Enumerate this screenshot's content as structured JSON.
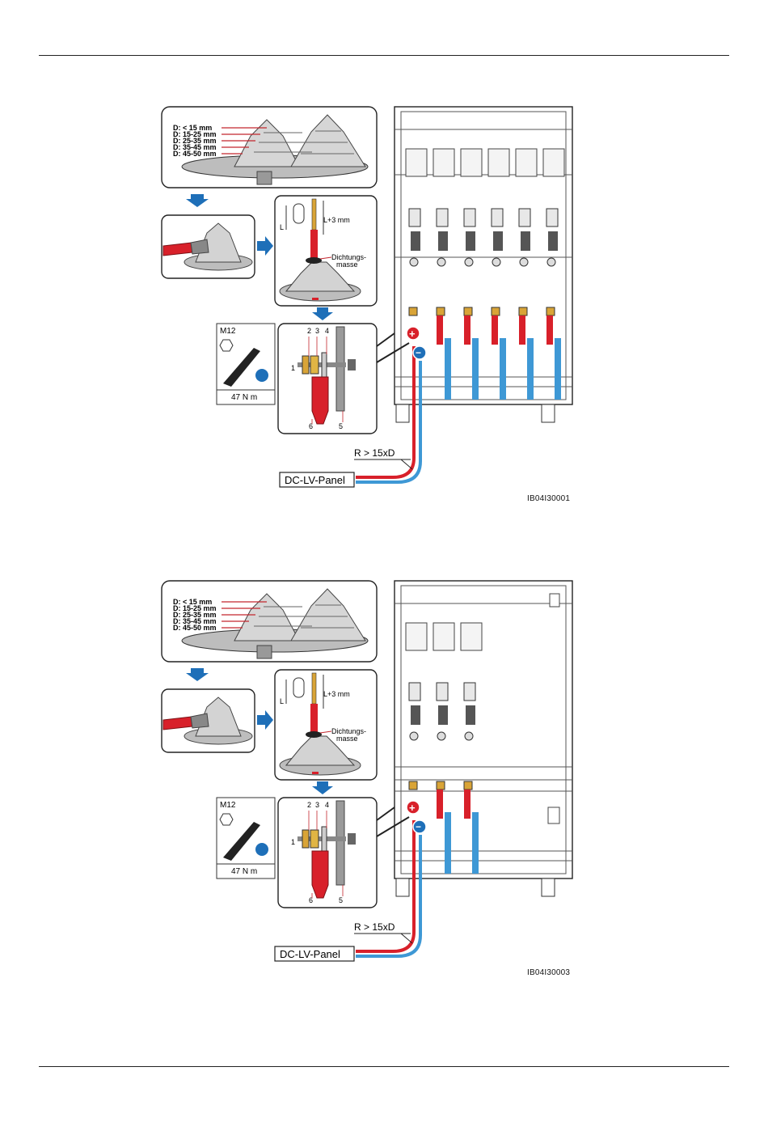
{
  "figures": [
    {
      "diameters": [
        "D: < 15 mm",
        "D: 15-25 mm",
        "D: 25-35 mm",
        "D: 35-45 mm",
        "D: 45-50 mm"
      ],
      "strip_label": "L+3 mm",
      "l_label": "L",
      "sealant": [
        "Dichtungs-",
        "masse"
      ],
      "wrench_size": "M12",
      "torque": "47 N m",
      "part_numbers": [
        "1",
        "2",
        "3",
        "4",
        "5",
        "6"
      ],
      "bend_radius": "R > 15xD",
      "panel_label": "DC-LV-Panel",
      "plus_sign": "+",
      "minus_sign": "−",
      "figure_code": "IB04I30001",
      "modules": 6
    },
    {
      "diameters": [
        "D: < 15 mm",
        "D: 15-25 mm",
        "D: 25-35 mm",
        "D: 35-45 mm",
        "D: 45-50 mm"
      ],
      "strip_label": "L+3 mm",
      "l_label": "L",
      "sealant": [
        "Dichtungs-",
        "masse"
      ],
      "wrench_size": "M12",
      "torque": "47 N m",
      "part_numbers": [
        "1",
        "2",
        "3",
        "4",
        "5",
        "6"
      ],
      "bend_radius": "R > 15xD",
      "panel_label": "DC-LV-Panel",
      "plus_sign": "+",
      "minus_sign": "−",
      "figure_code": "IB04I30003",
      "modules": 3
    }
  ],
  "colors": {
    "cable_red": "#d8202a",
    "cable_blue": "#3e98d5",
    "arrow_blue": "#1e6fb8",
    "brass": "#d9a437",
    "rubber": "#c9c9c9"
  }
}
